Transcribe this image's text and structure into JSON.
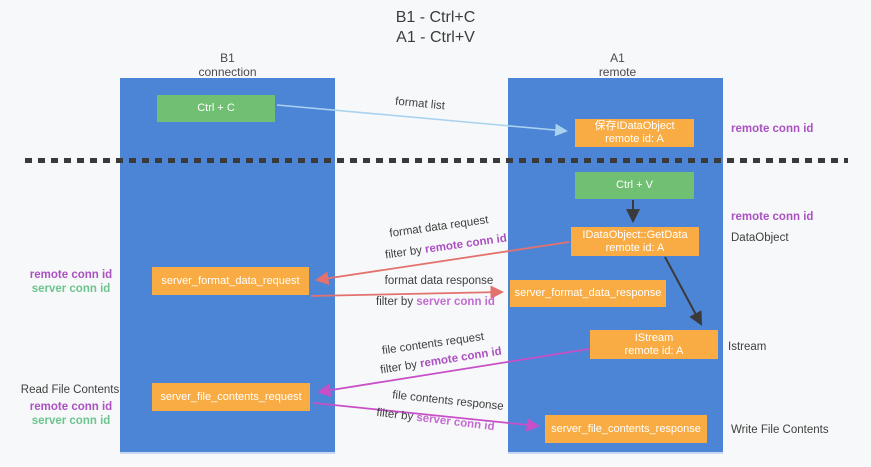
{
  "title": {
    "line1": "B1 - Ctrl+C",
    "line2": "A1 - Ctrl+V"
  },
  "lanes": {
    "left": {
      "name": "B1",
      "role": "connection"
    },
    "right": {
      "name": "A1",
      "role": "remote"
    }
  },
  "nodes": {
    "ctrl_c": {
      "label": "Ctrl + C"
    },
    "ctrl_v": {
      "label": "Ctrl + V"
    },
    "save_dataobject": {
      "line1": "保存IDataObject",
      "line2": "remote id: A"
    },
    "getdata": {
      "line1": "IDataObject::GetData",
      "line2": "remote id: A"
    },
    "istream": {
      "line1": "IStream",
      "line2": "remote id: A"
    },
    "format_request": {
      "label": "server_format_data_request"
    },
    "format_response": {
      "label": "server_format_data_response"
    },
    "file_request": {
      "label": "server_file_contents_request"
    },
    "file_response": {
      "label": "server_file_contents_response"
    }
  },
  "arrow_labels": {
    "format_list": "format list",
    "format_request": "format data request",
    "format_request_filter_prefix": "filter by ",
    "format_request_filter_key": "remote conn id",
    "format_response": "format data response",
    "format_response_filter_prefix": "filter by ",
    "format_response_filter_key": "server conn id",
    "file_request": "file contents request",
    "file_request_filter_prefix": "filter by ",
    "file_request_filter_key": "remote conn id",
    "file_response": "file contents response",
    "file_response_filter_prefix": "filter by ",
    "file_response_filter_key": "server conn id"
  },
  "side_labels": {
    "left_format_remote": "remote conn id",
    "left_format_server": "server conn id",
    "left_read_title": "Read File Contents",
    "left_file_remote": "remote conn id",
    "left_file_server": "server conn id",
    "right_top_remote": "remote conn id",
    "right_mid_remote": "remote conn id",
    "right_dataobject": "DataObject",
    "right_istream": "Istream",
    "right_write_title": "Write File Contents"
  },
  "colors": {
    "lane_blue": "#4d85d6",
    "box_green": "#71bf72",
    "box_orange": "#f9ac44",
    "remote_conn_purple": "#ab51c2",
    "server_conn_green": "#6cc48e",
    "server_conn_purple": "#c36bd3",
    "arrow_light_blue": "#a9d2f0",
    "arrow_red": "#e3726e",
    "arrow_magenta": "#c84fc8",
    "arrow_black": "#3a3a3a"
  }
}
